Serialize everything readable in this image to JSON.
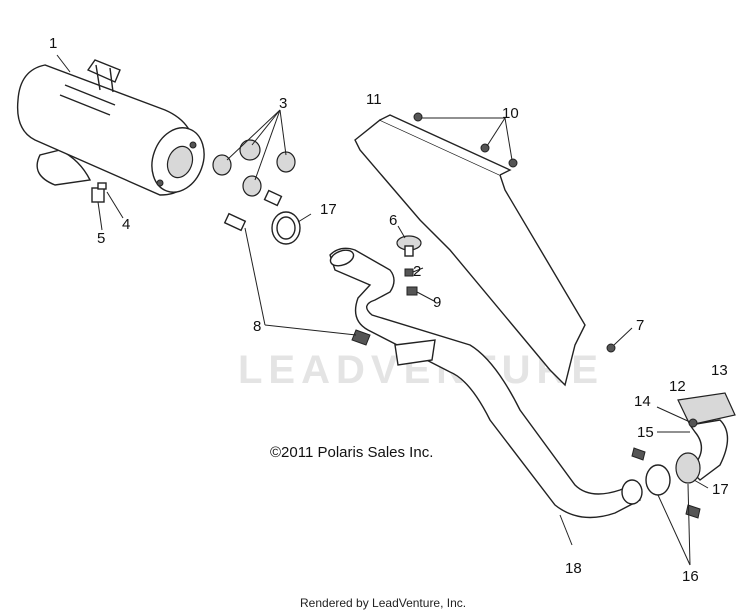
{
  "diagram": {
    "watermark": "LEADVENTURE",
    "copyright": "©2011 Polaris Sales Inc.",
    "footer": "Rendered by LeadVenture, Inc.",
    "callouts": {
      "c1": "1",
      "c2": "2",
      "c3": "3",
      "c4": "4",
      "c5": "5",
      "c6": "6",
      "c7": "7",
      "c8": "8",
      "c9": "9",
      "c10": "10",
      "c11": "11",
      "c12": "12",
      "c13": "13",
      "c14": "14",
      "c15": "15",
      "c16": "16",
      "c17a": "17",
      "c17b": "17",
      "c18": "18"
    }
  }
}
